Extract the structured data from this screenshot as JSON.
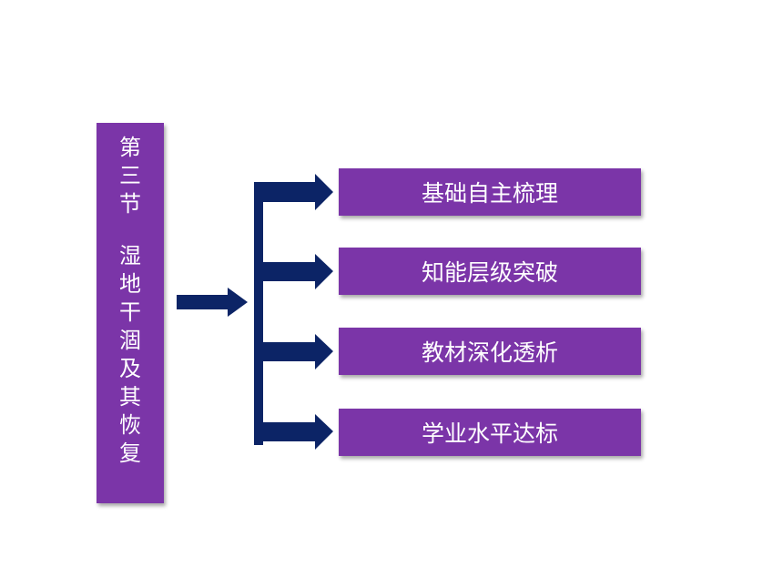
{
  "title_chars_line1": [
    "第",
    "三",
    "节"
  ],
  "title_chars_line2": [
    "湿",
    "地",
    "干",
    "涸",
    "及",
    "其",
    "恢",
    "复"
  ],
  "menu": [
    {
      "label": "基础自主梳理"
    },
    {
      "label": "知能层级突破"
    },
    {
      "label": "教材深化透析"
    },
    {
      "label": "学业水平达标"
    }
  ],
  "colors": {
    "box_fill": "#7b35a8",
    "arrow_fill": "#0c2466",
    "text": "#ffffff"
  },
  "icons": [
    "right-arrow-icon"
  ]
}
